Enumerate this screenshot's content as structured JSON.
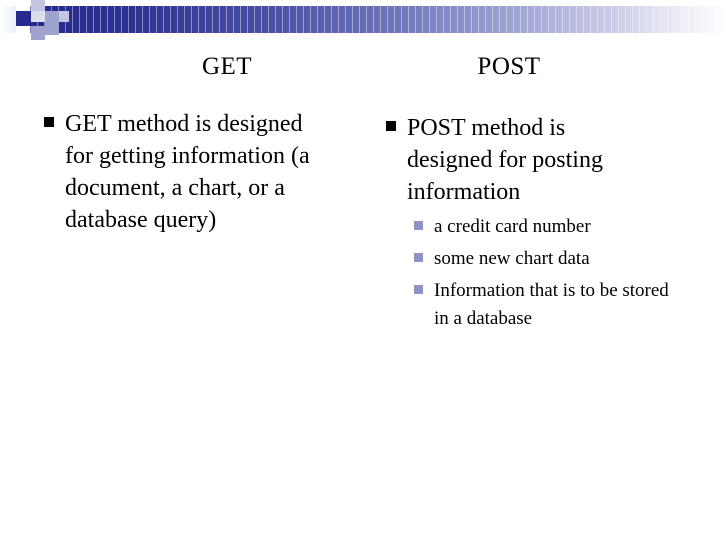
{
  "slide": {
    "background_color": "#ffffff",
    "decoration": {
      "name": "banner-gradient-stripes",
      "accent_dark": "#252a8c",
      "accent_mid": "#9fa3ce",
      "accent_light": "#c3c6e2"
    },
    "columns": [
      {
        "id": "get",
        "heading": "GET",
        "bullets": [
          {
            "level": 1,
            "marker_color": "#000000",
            "text": "GET method is designed for getting information (a document, a chart, or a database query)",
            "children": []
          }
        ]
      },
      {
        "id": "post",
        "heading": "POST",
        "bullets": [
          {
            "level": 1,
            "marker_color": "#000000",
            "text": "POST method is designed for posting information",
            "children": [
              {
                "level": 2,
                "marker_color": "#8f94c4",
                "text": "a credit card number"
              },
              {
                "level": 2,
                "marker_color": "#8f94c4",
                "text": "some new chart data"
              },
              {
                "level": 2,
                "marker_color": "#8f94c4",
                "text": "Information that is to be stored in a database"
              }
            ]
          }
        ]
      }
    ]
  }
}
